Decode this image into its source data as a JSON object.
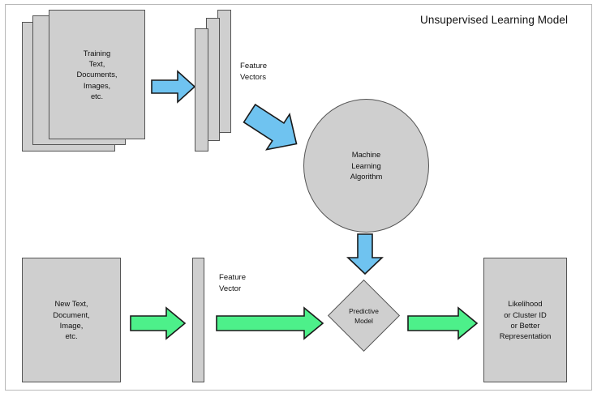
{
  "title": "Unsupervised Learning Model",
  "colors": {
    "shape_fill": "#cfcfcf",
    "shape_stroke": "#555555",
    "blue_arrow": "#6FC3F0",
    "blue_arrow_stroke": "#1a1a1a",
    "green_arrow": "#4DF08A",
    "green_arrow_stroke": "#1a1a1a",
    "canvas": "#ffffff",
    "border": "#b9b9b9",
    "text": "#111111"
  },
  "training_row": {
    "documents": {
      "name": "training-documents-stack",
      "lines": [
        "Training",
        "Text,",
        "Documents,",
        "Images,",
        "etc."
      ],
      "count": 3
    },
    "arrow_1": {
      "name": "blue-arrow-right",
      "direction": "right",
      "color": "#6FC3F0"
    },
    "feature_vectors": {
      "name": "feature-vectors-bars",
      "label_lines": [
        "Feature",
        "Vectors"
      ],
      "count": 3
    },
    "arrow_2": {
      "name": "blue-arrow-diagonal",
      "direction": "down-right",
      "color": "#6FC3F0"
    },
    "algorithm": {
      "name": "machine-learning-algorithm",
      "lines": [
        "Machine",
        "Learning",
        "Algorithm"
      ]
    }
  },
  "connector": {
    "arrow_down": {
      "name": "blue-arrow-down",
      "direction": "down",
      "color": "#6FC3F0"
    }
  },
  "inference_row": {
    "input": {
      "name": "new-input-box",
      "lines": [
        "New Text,",
        "Document,",
        "Image,",
        "etc."
      ]
    },
    "arrow_1": {
      "name": "green-arrow-right-1",
      "direction": "right",
      "color": "#4DF08A"
    },
    "feature_vector": {
      "name": "feature-vector-bar",
      "label_lines": [
        "Feature",
        "Vector"
      ]
    },
    "arrow_2": {
      "name": "green-arrow-right-2",
      "direction": "right",
      "color": "#4DF08A"
    },
    "model": {
      "name": "predictive-model-diamond",
      "lines": [
        "Predictive",
        "Model"
      ]
    },
    "arrow_3": {
      "name": "green-arrow-right-3",
      "direction": "right",
      "color": "#4DF08A"
    },
    "output": {
      "name": "output-box",
      "lines": [
        "Likelihood",
        "or Cluster ID",
        "or Better",
        "Representation"
      ]
    }
  }
}
